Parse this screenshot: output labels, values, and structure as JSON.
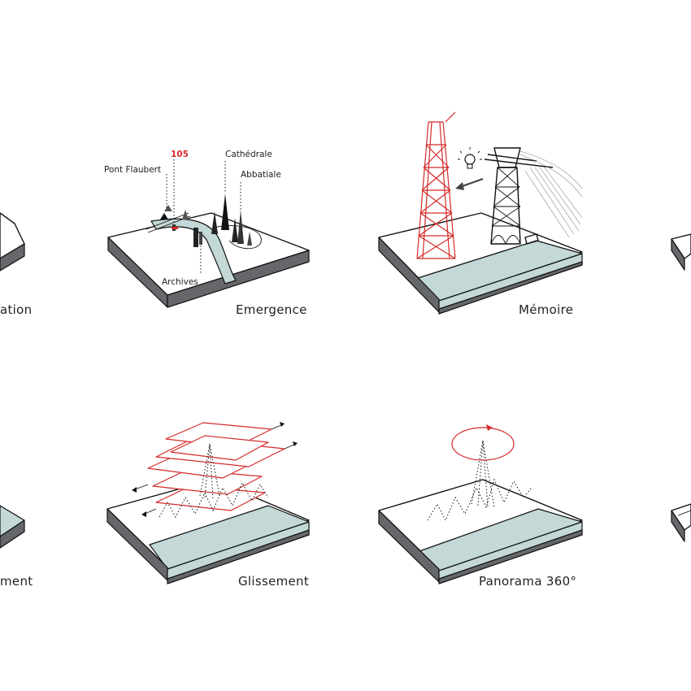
{
  "panels": {
    "top_left_partial": {
      "caption": "ation"
    },
    "emergence": {
      "caption": "Emergence",
      "labels": {
        "pont_flaubert": "Pont Flaubert",
        "tower_105": "105",
        "cathedrale": "Cathédrale",
        "abbatiale": "Abbatiale",
        "archives": "Archives"
      }
    },
    "memoire": {
      "caption": "Mémoire"
    },
    "bottom_left_partial": {
      "caption": "ment"
    },
    "glissement": {
      "caption": "Glissement"
    },
    "panorama": {
      "caption": "Panorama 360°"
    }
  },
  "colors": {
    "accent_red": "#d42a2a",
    "water": "#c3d8d7",
    "block_side": "#66676b"
  }
}
